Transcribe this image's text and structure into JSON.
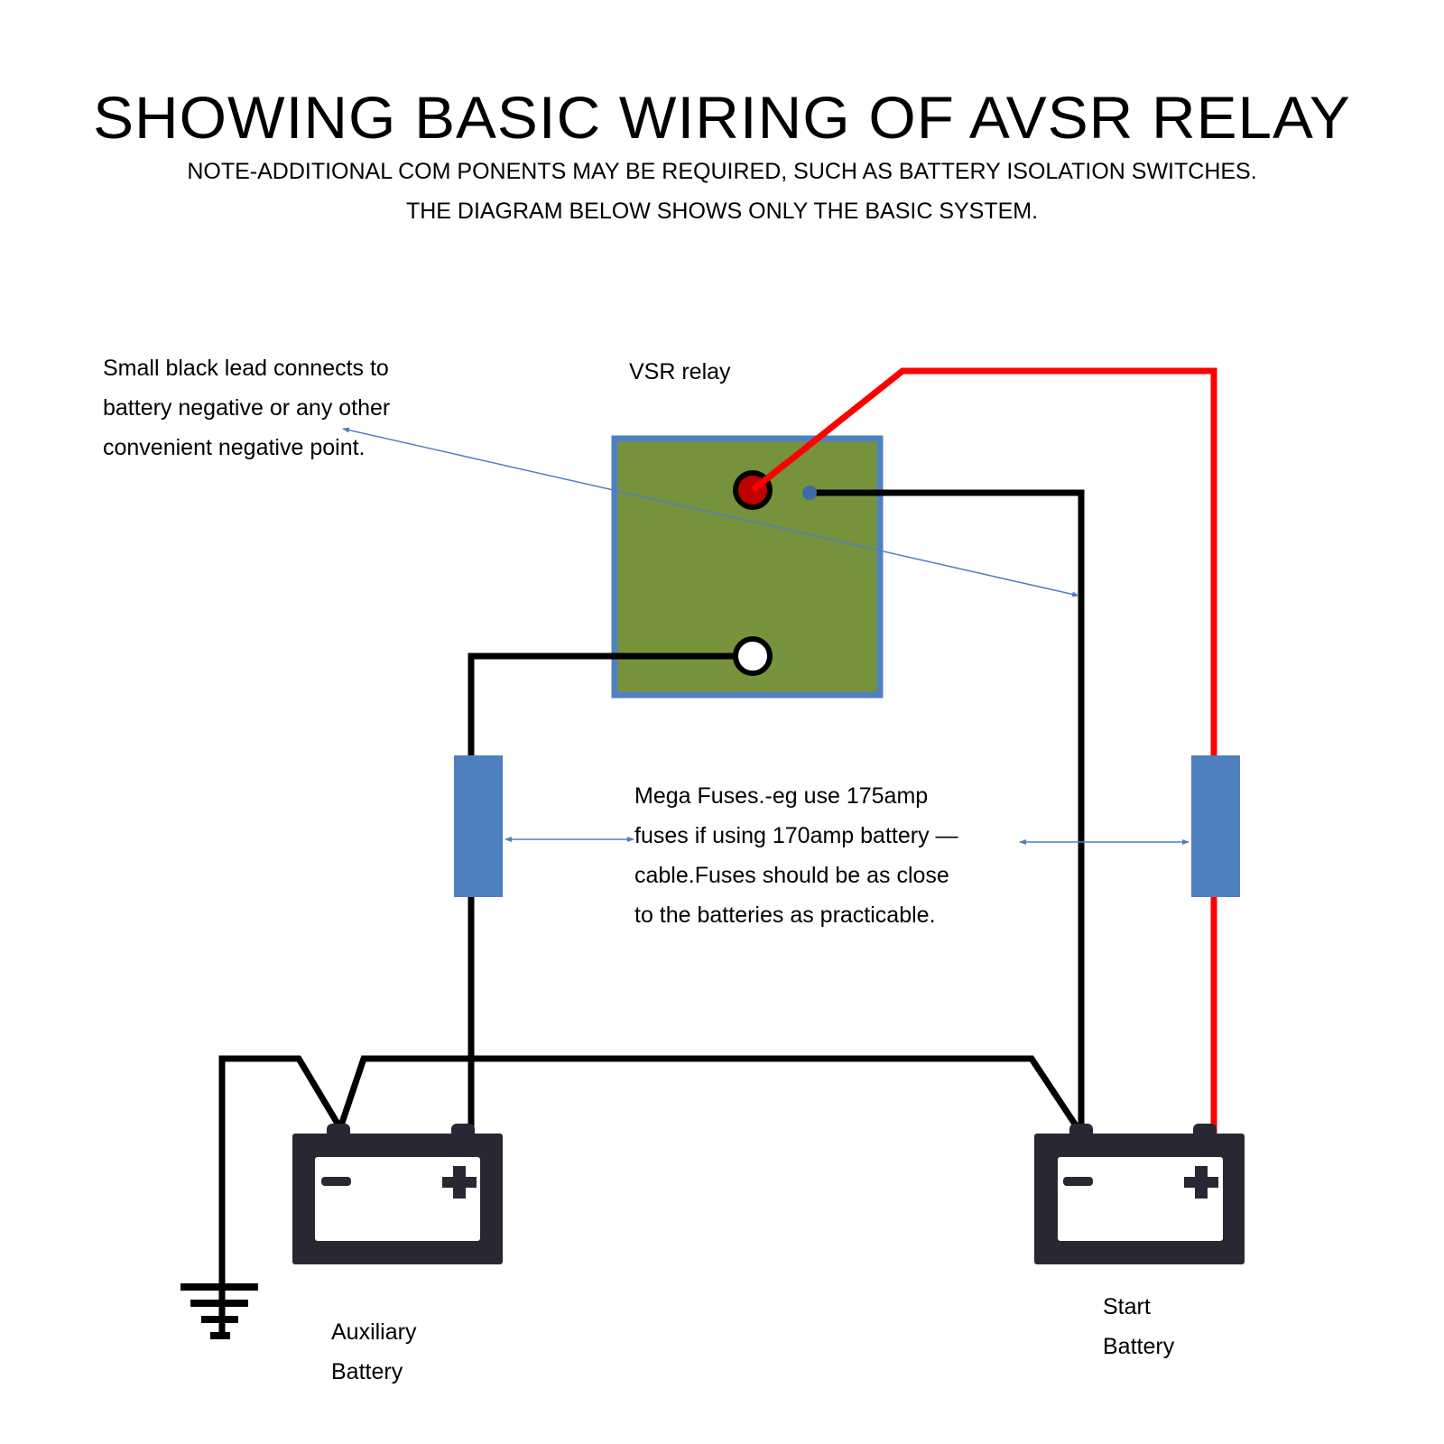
{
  "header": {
    "title": "SHOWING BASIC WIRING OF AVSR RELAY",
    "note_line1": "NOTE-ADDITIONAL COM PONENTS MAY BE REQUIRED, SUCH AS BATTERY ISOLATION SWITCHES.",
    "note_line2": "THE DIAGRAM BELOW SHOWS ONLY THE BASIC SYSTEM."
  },
  "annotations": {
    "small_lead": [
      "Small black lead connects to",
      "battery negative or any other",
      "convenient negative point."
    ],
    "relay_label": "VSR relay",
    "fuses": [
      "Mega Fuses.-eg use 175amp",
      "fuses if using 170amp battery —",
      "cable.Fuses should be as close",
      "to the batteries as practicable."
    ],
    "aux_battery": [
      "Auxiliary",
      "Battery"
    ],
    "start_battery": [
      "Start",
      "Battery"
    ]
  },
  "components": {
    "relay": {
      "name": "VSR relay",
      "terminals": [
        "positive-start (red)",
        "negative sense lead",
        "auxiliary output"
      ]
    },
    "fuses": [
      {
        "name": "Mega fuse aux"
      },
      {
        "name": "Mega fuse start"
      }
    ],
    "batteries": [
      {
        "name": "Auxiliary Battery",
        "symbols": [
          "-",
          "+"
        ]
      },
      {
        "name": "Start Battery",
        "symbols": [
          "-",
          "+"
        ]
      }
    ],
    "ground": {
      "name": "Chassis ground"
    }
  },
  "colors": {
    "positive_wire": "#ff0000",
    "negative_wire": "#000000",
    "relay_fill": "#76923c",
    "relay_border": "#4f81bd",
    "fuse": "#4f7fbe",
    "battery": "#292734",
    "leader_line": "#4f7fbe",
    "relay_positive_terminal": "#c00000"
  }
}
